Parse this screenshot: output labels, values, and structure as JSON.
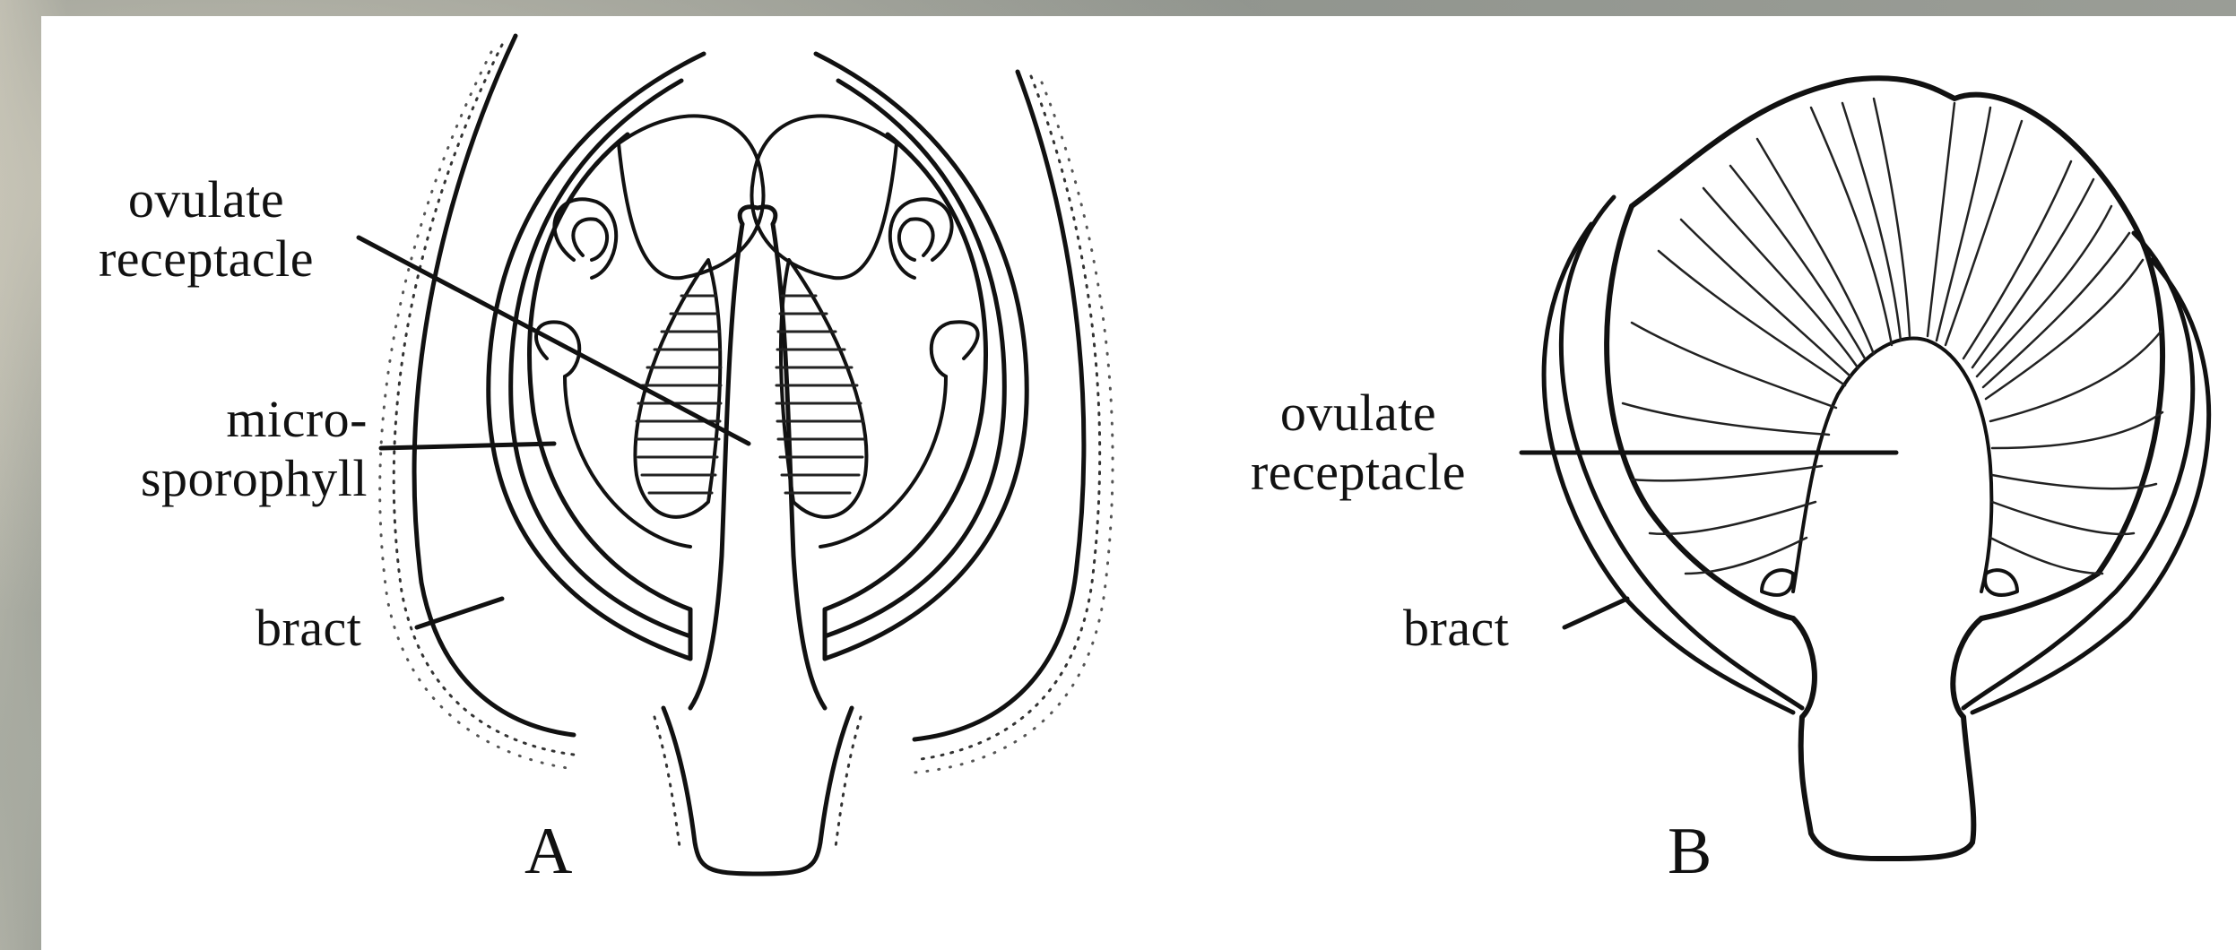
{
  "figure": {
    "panel_a": {
      "letter": "A",
      "labels": {
        "ovulate_receptacle_1": "ovulate",
        "ovulate_receptacle_2": "receptacle",
        "microsporophyll_1": "micro-",
        "microsporophyll_2": "sporophyll",
        "bract": "bract"
      }
    },
    "panel_b": {
      "letter": "B",
      "labels": {
        "ovulate_receptacle_1": "ovulate",
        "ovulate_receptacle_2": "receptacle",
        "bract": "bract"
      }
    }
  }
}
